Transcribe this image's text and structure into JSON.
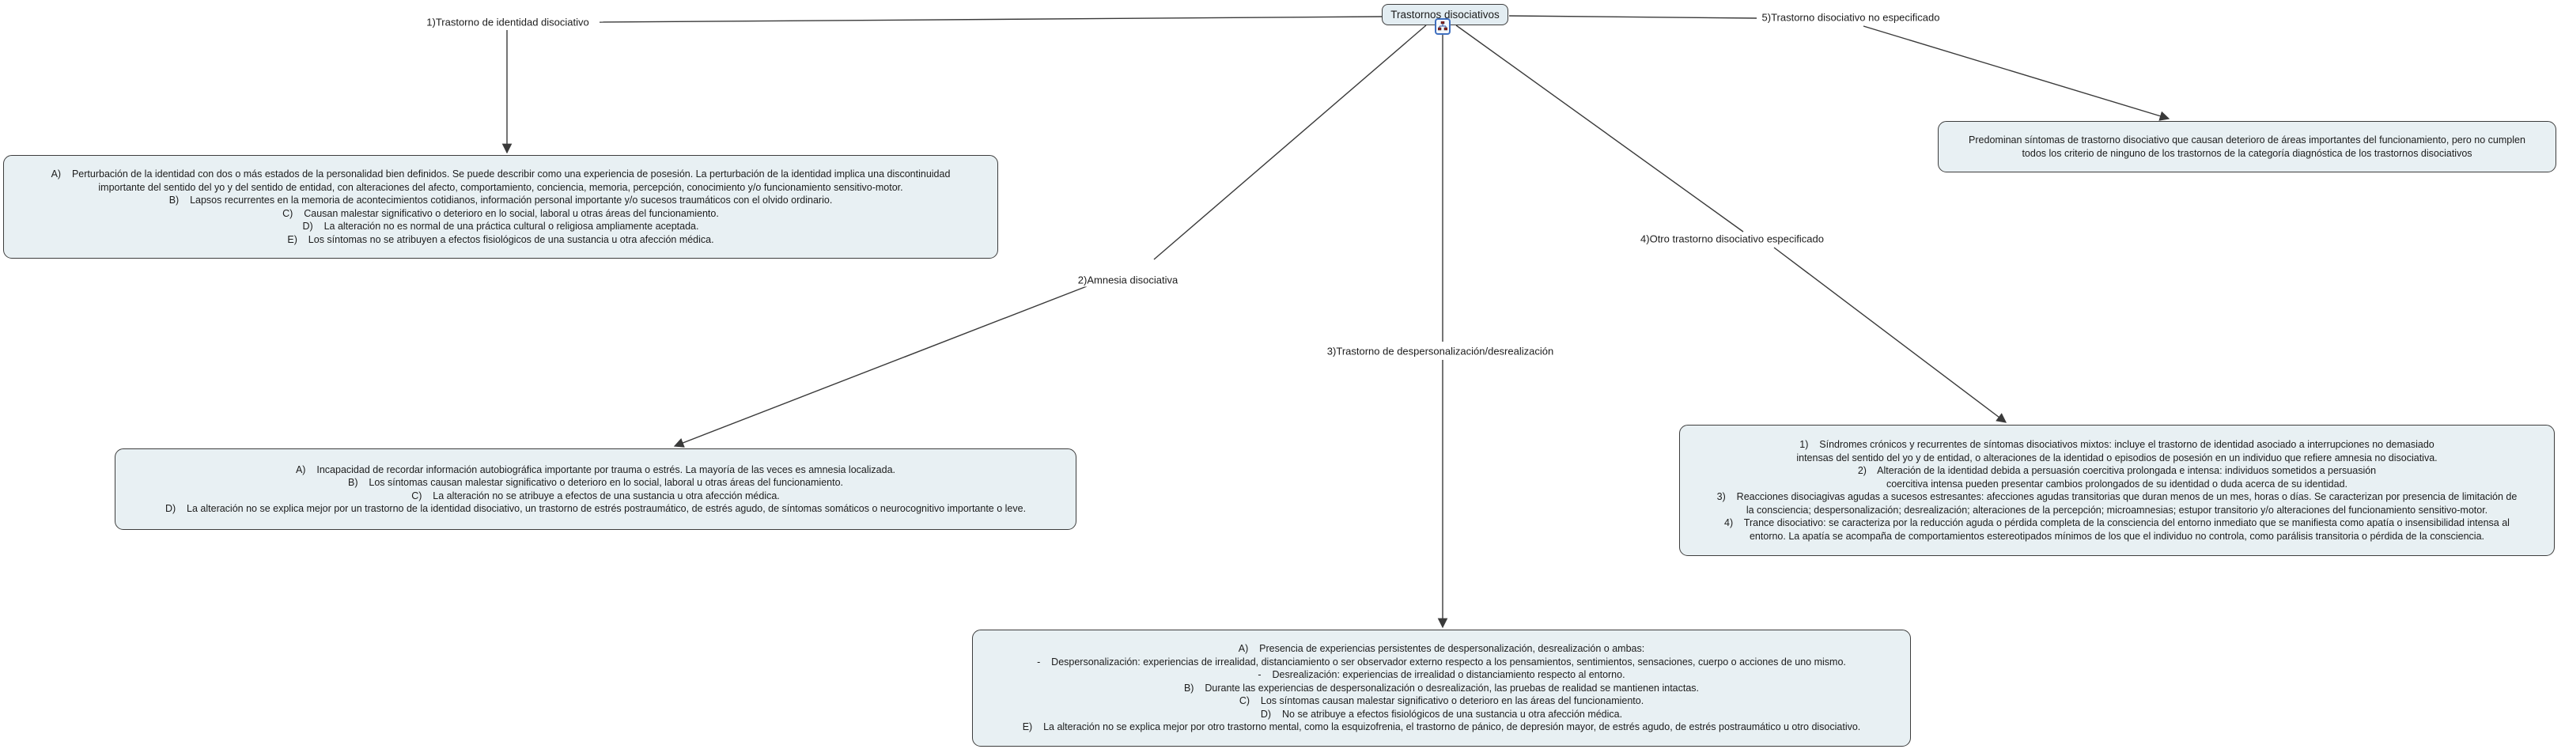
{
  "diagram": {
    "root": {
      "label": "Trastornos disociativos"
    },
    "colors": {
      "box_fill": "#e8f0f3",
      "box_border": "#3d3d3d",
      "connector": "#3a3a3a",
      "icon_border": "#3f6fbf",
      "icon_glyph_box": "#8b2020",
      "icon_glyph_line": "#2a4d9b",
      "background": "#ffffff"
    },
    "branches": [
      {
        "label": "1)Trastorno de identidad disociativo",
        "box_lines": [
          "A)    Perturbación de la identidad con dos o más estados de la personalidad bien definidos. Se puede describir como una experiencia de posesión. La perturbación de la identidad implica una discontinuidad",
          "importante del sentido del yo y del sentido de entidad, con alteraciones del afecto, comportamiento, conciencia, memoria, percepción, conocimiento y/o funcionamiento sensitivo-motor.",
          "B)    Lapsos recurrentes en la memoria de acontecimientos cotidianos, información personal importante y/o sucesos traumáticos con el olvido ordinario.",
          "C)    Causan malestar significativo o deterioro en lo social, laboral u otras áreas del funcionamiento.",
          "D)    La alteración no es normal de una práctica cultural o religiosa ampliamente aceptada.",
          "E)    Los síntomas no se atribuyen a efectos fisiológicos de una sustancia u otra afección médica."
        ]
      },
      {
        "label": "2)Amnesia disociativa",
        "box_lines": [
          "A)    Incapacidad de recordar información autobiográfica importante por trauma o estrés. La mayoría de las veces es amnesia localizada.",
          "B)    Los síntomas causan malestar significativo o deterioro en lo social, laboral u otras áreas del funcionamiento.",
          "C)    La alteración no se atribuye a efectos de una sustancia u otra afección médica.",
          "D)    La alteración no se explica mejor por un trastorno de la identidad disociativo, un trastorno de estrés postraumático, de estrés agudo, de síntomas somáticos o neurocognitivo importante o leve."
        ]
      },
      {
        "label": "3)Trastorno de despersonalización/desrealización",
        "box_lines": [
          "A)    Presencia de experiencias persistentes de despersonalización, desrealización o ambas:",
          "-    Despersonalización: experiencias de irrealidad, distanciamiento o ser observador externo respecto a los pensamientos, sentimientos, sensaciones, cuerpo o acciones de uno mismo.",
          "-    Desrealización: experiencias de irrealidad o distanciamiento respecto al entorno.",
          "B)    Durante las experiencias de despersonalización o desrealización, las pruebas de realidad se mantienen intactas.",
          "C)    Los síntomas causan malestar significativo o deterioro en las áreas del funcionamiento.",
          "D)    No se atribuye a efectos fisiológicos de una sustancia u otra afección médica.",
          "E)    La alteración no se explica mejor por otro trastorno mental, como la esquizofrenia, el trastorno de pánico, de depresión mayor, de estrés agudo, de estrés postraumático u otro disociativo."
        ]
      },
      {
        "label": "4)Otro trastorno disociativo especificado",
        "box_lines": [
          "1)    Síndromes crónicos y recurrentes de síntomas disociativos mixtos: incluye el trastorno de identidad asociado a interrupciones no demasiado",
          "intensas del sentido del yo y de entidad, o alteraciones de la identidad o episodios de posesión en un individuo que refiere amnesia no disociativa.",
          "2)    Alteración de la identidad debida a persuasión coercitiva prolongada e intensa: individuos sometidos a persuasión",
          "coercitiva intensa pueden presentar cambios prolongados de su identidad o duda acerca de su identidad.",
          "3)    Reacciones disociagivas agudas a sucesos estresantes: afecciones agudas transitorias que duran menos de un mes, horas o días. Se caracterizan por presencia de limitación de",
          "la consciencia; despersonalización; desrealización; alteraciones de la percepción; microamnesias; estupor transitorio y/o alteraciones del funcionamiento sensitivo-motor.",
          "4)    Trance disociativo: se caracteriza por la reducción aguda o pérdida completa de la consciencia del entorno inmediato que se manifiesta como apatía o insensibilidad intensa al",
          "entorno. La apatía se acompaña de comportamientos estereotipados mínimos de los que el individuo no controla, como parálisis transitoria o pérdida de la consciencia."
        ]
      },
      {
        "label": "5)Trastorno disociativo no especificado",
        "box_lines": [
          "Predominan síntomas de trastorno disociativo que causan deterioro de áreas importantes del funcionamiento, pero no cumplen",
          "todos los criterio de ninguno de los trastornos de la categoría diagnóstica de los trastornos disociativos"
        ]
      }
    ]
  }
}
